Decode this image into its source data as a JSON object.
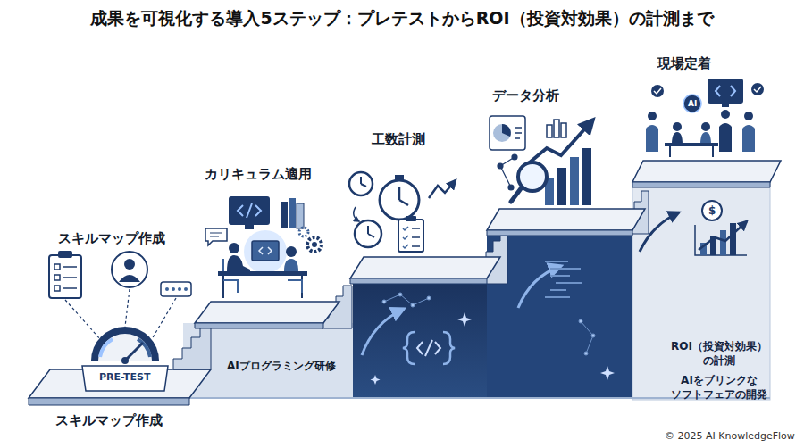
{
  "diagram": {
    "title": "成果を可視化する導入5ステップ：プレテストからROI（投資対効果）の計測まで",
    "nodes": [
      {
        "text": [
          "スキルマップ作成"
        ]
      },
      {
        "text": [
          "カリキュラム適用"
        ]
      },
      {
        "text": [
          "工数計測"
        ]
      },
      {
        "text": [
          "データ分析"
        ]
      },
      {
        "text": [
          "現場定着"
        ]
      }
    ],
    "labels": [
      "PRE-TEST",
      "AIプログラミング研修",
      "ROI（投資対効果） の計測",
      "AIをブリンクな ソフトフェアの開発",
      "スキルマップ作成",
      "AI",
      "$",
      "© 2025 AI KnowledgeFlow"
    ]
  }
}
